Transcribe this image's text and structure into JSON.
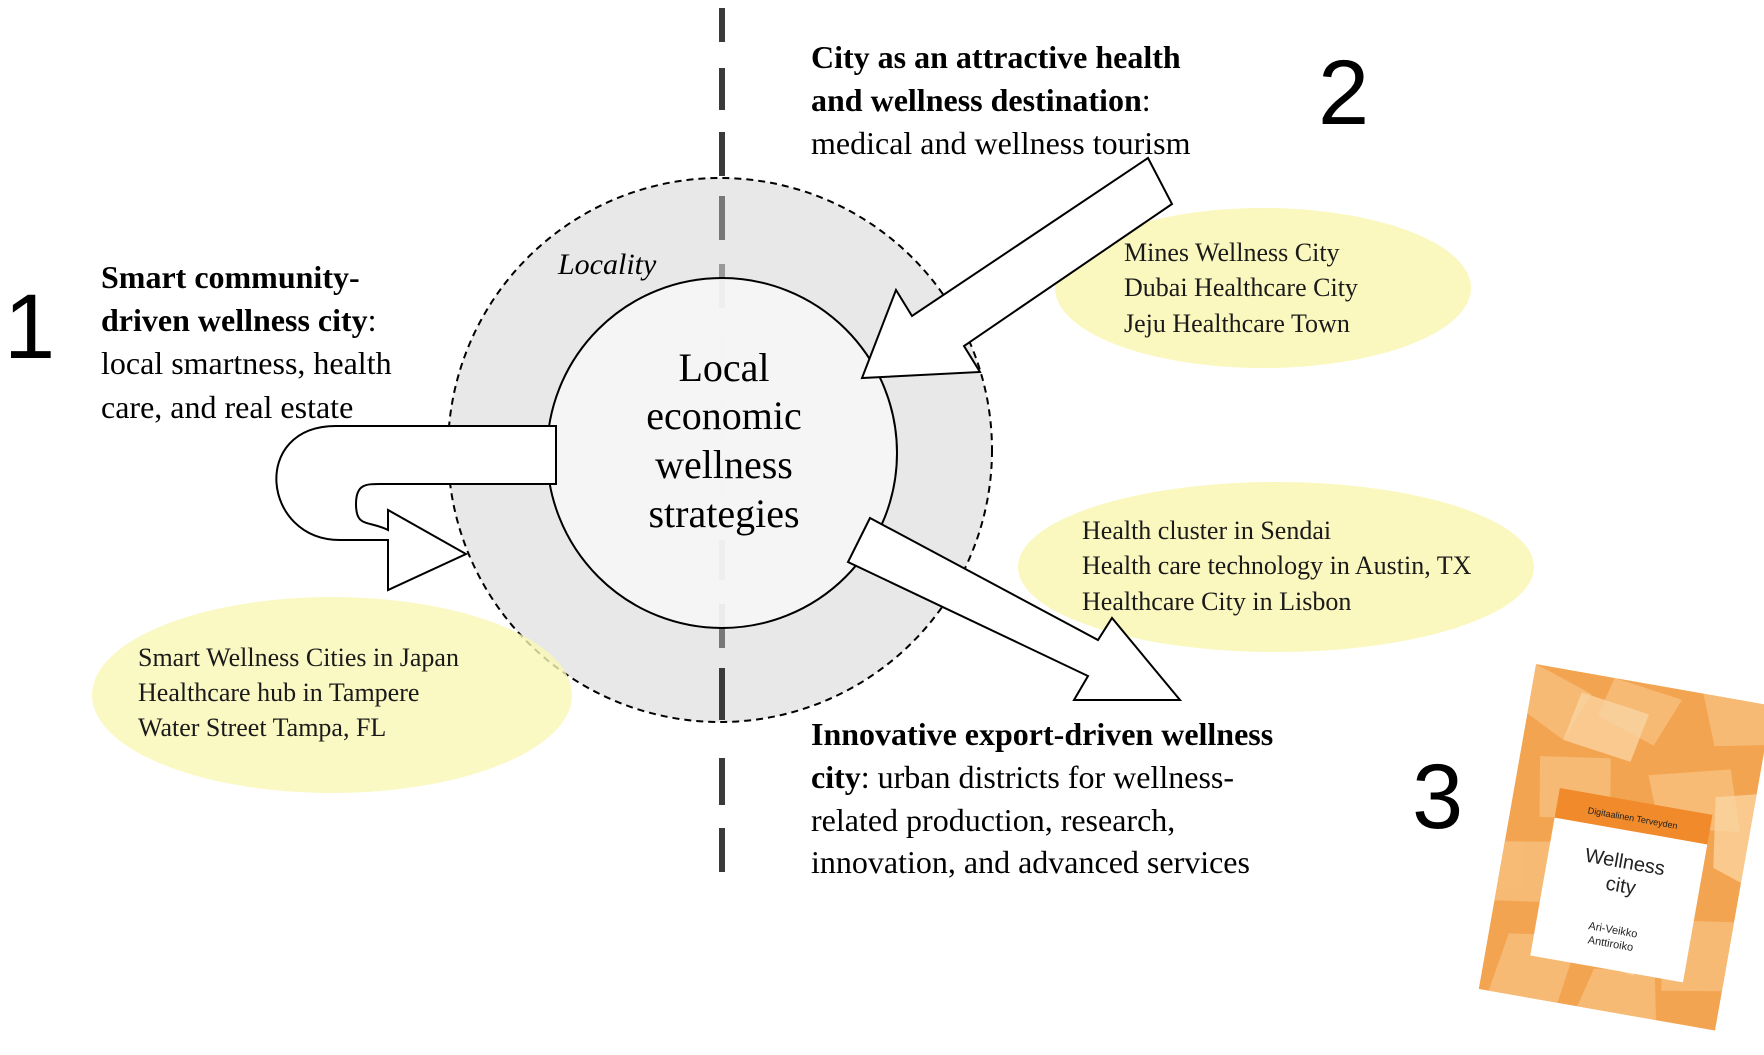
{
  "numbers": {
    "one": "1",
    "two": "2",
    "three": "3"
  },
  "locality_label": "Locality",
  "center": {
    "lines": [
      "Local",
      "economic",
      "wellness",
      "strategies"
    ]
  },
  "strategies": [
    {
      "id": "1",
      "title_lines": [
        "Smart community-",
        "driven wellness city"
      ],
      "title_suffix": ":",
      "desc_lines": [
        "local smartness, health",
        "care, and real estate"
      ],
      "examples": [
        "Smart Wellness Cities in Japan",
        "Healthcare hub in Tampere",
        "Water Street Tampa, FL"
      ]
    },
    {
      "id": "2",
      "title_lines": [
        "City as an attractive health",
        "and wellness destination"
      ],
      "title_suffix": ":",
      "desc_lines": [
        "medical and wellness tourism"
      ],
      "examples": [
        "Mines Wellness City",
        "Dubai Healthcare City",
        "Jeju Healthcare Town"
      ]
    },
    {
      "id": "3",
      "title_lines": [
        "Innovative export-driven wellness",
        "city"
      ],
      "title_suffix": ": urban districts for wellness-",
      "desc_lines": [
        "related production, research,",
        "innovation, and advanced services"
      ],
      "examples": [
        "Health cluster in Sendai",
        "Health care technology in Austin, TX",
        "Healthcare City in Lisbon"
      ]
    }
  ],
  "book": {
    "series": "Digitaalinen Terveyden",
    "title_lines": [
      "Wellness",
      "city"
    ],
    "author_lines": [
      "Ari-Veikko",
      "Anttiroiko"
    ]
  },
  "colors": {
    "ellipse_fill": "#f9f6b4",
    "locality_fill": "#e8e8e8",
    "center_fill": "#f5f5f5",
    "divider": "#3a3a3a",
    "book_orange": "#f3a451"
  }
}
